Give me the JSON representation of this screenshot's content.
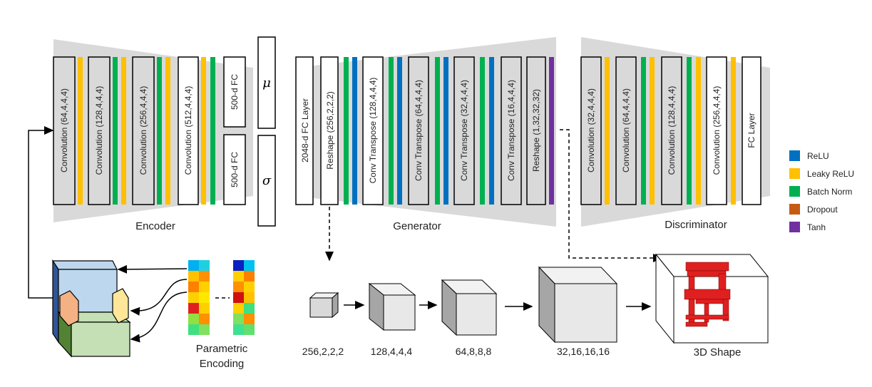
{
  "encoder": {
    "label": "Encoder",
    "layers": [
      "Convolution (64,4,4,4)",
      "Convolution (128,4,4,4)",
      "Convolution (256,4,4,4)",
      "Convolution (512,4,4,4)"
    ],
    "fc_mu": "500-d FC",
    "fc_sigma": "500-d FC",
    "mu_symbol": "μ",
    "sigma_symbol": "σ"
  },
  "generator": {
    "label": "Generator",
    "layers": [
      "2048-d FC Layer",
      "Reshape (256,2,2,2)",
      "Conv Transpose (128,4,4,4)",
      "Conv Transpose (64,4,4,4)",
      "Conv Transpose (32,4,4,4)",
      "Conv Transpose (16,4,4,4)",
      "Reshape (1,32,32,32)"
    ]
  },
  "discriminator": {
    "label": "Discriminator",
    "layers": [
      "Convolution (32,4,4,4)",
      "Convolution (64,4,4,4)",
      "Convolution (128,4,4,4)",
      "Convolution (256,4,4,4)",
      "FC Layer"
    ]
  },
  "legend": [
    {
      "label": "ReLU",
      "color": "#0070c0"
    },
    {
      "label": "Leaky ReLU",
      "color": "#ffc000"
    },
    {
      "label": "Batch Norm",
      "color": "#00b050"
    },
    {
      "label": "Dropout",
      "color": "#c55a11"
    },
    {
      "label": "Tanh",
      "color": "#7030a0"
    }
  ],
  "cubes": [
    "256,2,2,2",
    "128,4,4,4",
    "64,8,8,8",
    "32,16,16,16"
  ],
  "shape_label": "3D Shape",
  "parametric": {
    "line1": "Parametric",
    "line2": "Encoding"
  },
  "colors": {
    "trapezoid": "#d9d9d9",
    "layer_fill": "#d9d9d9",
    "chair_back": "#bdd7ee",
    "chair_seat": "#c5e0b4",
    "chair_arm": "#f4b183",
    "voxel": "#e02020"
  }
}
